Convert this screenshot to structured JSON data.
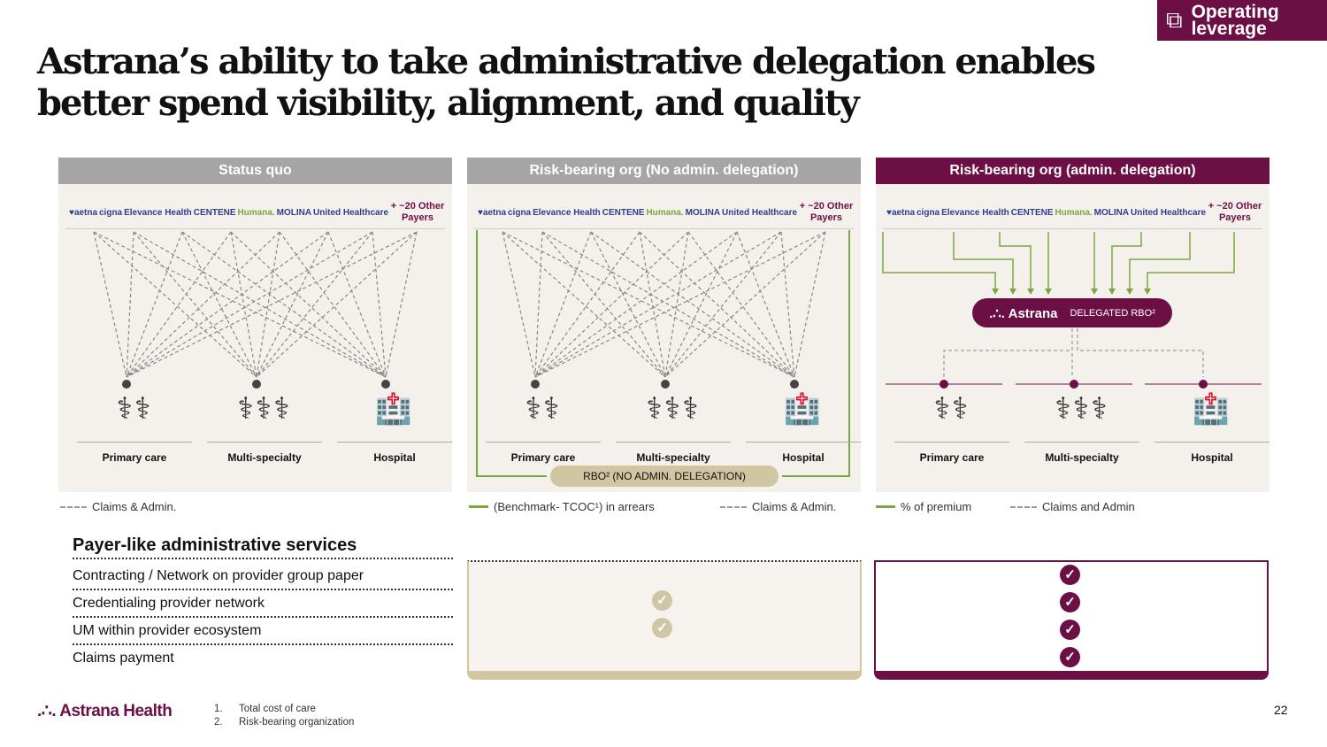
{
  "badge": {
    "label": "Operating leverage",
    "icon": "puzzle-icon"
  },
  "title": {
    "line1": "Astrana’s ability to take administrative delegation enables",
    "line2": "better spend visibility, alignment, and quality"
  },
  "payers": [
    "♥aetna",
    "cigna",
    "Elevance Health",
    "CENTENE",
    "Humana.",
    "MOLINA",
    "United Healthcare",
    "+ ~20 Other Payers"
  ],
  "panels": [
    {
      "title": "Status quo",
      "color": "#a5a5a5"
    },
    {
      "title": "Risk-bearing org (No admin. delegation)",
      "color": "#a5a5a5",
      "rbo": "RBO² (NO ADMIN. DELEGATION)"
    },
    {
      "title": "Risk-bearing org (admin. delegation)",
      "color": "#6b0f45",
      "astrana": ".∴. Astrana",
      "delegated": "DELEGATED RBO²"
    }
  ],
  "columns": [
    "Primary care",
    "Multi-specialty",
    "Hospital"
  ],
  "legends": {
    "p1": [
      "Claims & Admin."
    ],
    "p2": [
      "(Benchmark- TCOC¹) in arrears",
      "Claims & Admin."
    ],
    "p3": [
      "% of premium",
      "Claims and Admin"
    ]
  },
  "services": {
    "heading": "Payer-like administrative services",
    "rows": [
      "Contracting / Network on provider group paper",
      "Credentialing provider network",
      "UM within provider ecosystem",
      "Claims payment"
    ],
    "no_delegation": [
      false,
      true,
      true,
      false
    ],
    "delegation": [
      true,
      true,
      true,
      true
    ]
  },
  "footer": {
    "logo": ".∴. Astrana Health",
    "notes": [
      "Total cost of care",
      "Risk-bearing organization"
    ],
    "page": "22"
  },
  "colors": {
    "purple": "#6b0f45",
    "green": "#7aa83e",
    "tan": "#d0c6a2"
  }
}
